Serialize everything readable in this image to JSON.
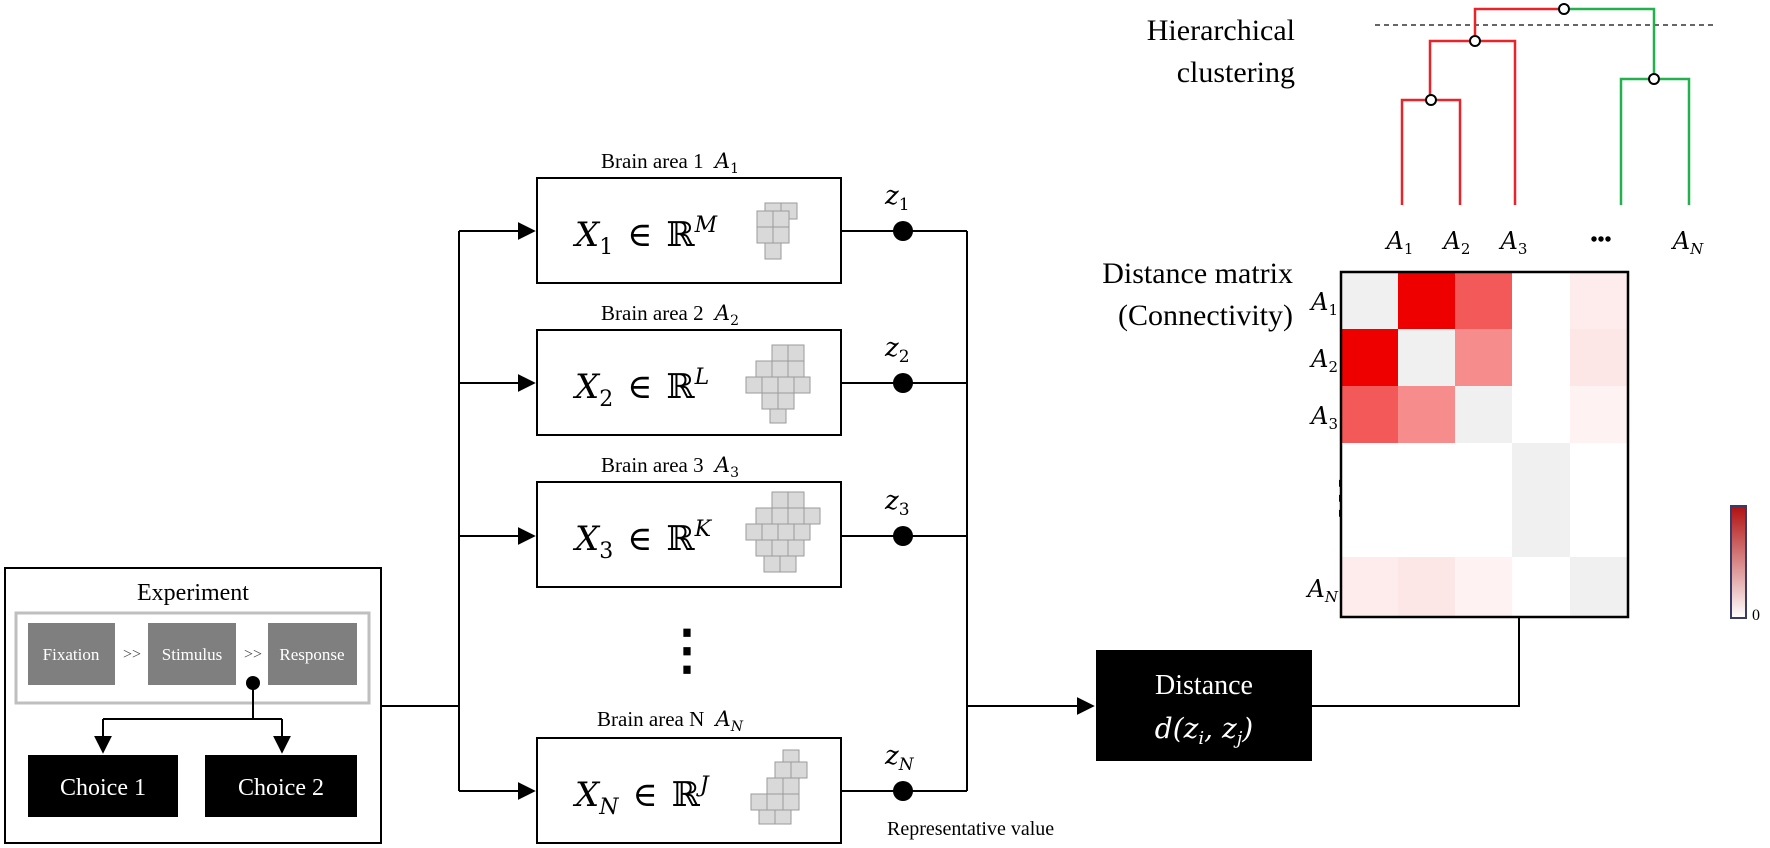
{
  "experiment": {
    "title": "Experiment",
    "steps": [
      "Fixation",
      "Stimulus",
      "Response"
    ],
    "separator": ">>",
    "choices": [
      "Choice 1",
      "Choice 2"
    ]
  },
  "areas": [
    {
      "label": "Brain area 1",
      "sym": "A",
      "sub": "1",
      "x_var": "X",
      "x_sub": "1",
      "dim": "M",
      "z_sub": "1"
    },
    {
      "label": "Brain area 2",
      "sym": "A",
      "sub": "2",
      "x_var": "X",
      "x_sub": "2",
      "dim": "L",
      "z_sub": "2"
    },
    {
      "label": "Brain area 3",
      "sym": "A",
      "sub": "3",
      "x_var": "X",
      "x_sub": "3",
      "dim": "K",
      "z_sub": "3"
    },
    {
      "label": "Brain area N",
      "sym": "A",
      "sub": "N",
      "x_var": "X",
      "x_sub": "N",
      "dim": "J",
      "z_sub": "N"
    }
  ],
  "in_symbol": "∈",
  "reals_symbol": "ℝ",
  "z_symbol": "z",
  "representative_label": "Representative value",
  "distance_box": {
    "title": "Distance",
    "formula": "d(z",
    "i_sub": "i",
    "mid": ", z",
    "j_sub": "j",
    "close": ")"
  },
  "clustering_label": [
    "Hierarchical",
    "clustering"
  ],
  "matrix_label": [
    "Distance matrix",
    "(Connectivity)"
  ],
  "matrix_cols": [
    {
      "sym": "A",
      "sub": "1"
    },
    {
      "sym": "A",
      "sub": "2"
    },
    {
      "sym": "A",
      "sub": "3"
    },
    {
      "sym": "•••",
      "sub": ""
    },
    {
      "sym": "A",
      "sub": "N"
    }
  ],
  "matrix_rows": [
    {
      "sym": "A",
      "sub": "1"
    },
    {
      "sym": "A",
      "sub": "2"
    },
    {
      "sym": "A",
      "sub": "3"
    },
    {
      "sym": "⋮",
      "sub": ""
    },
    {
      "sym": "A",
      "sub": "N"
    }
  ],
  "matrix_values": [
    [
      0.03,
      1.0,
      0.65,
      0.0,
      0.08
    ],
    [
      1.0,
      0.03,
      0.45,
      0.0,
      0.1
    ],
    [
      0.65,
      0.45,
      0.03,
      0.0,
      0.05
    ],
    [
      0.0,
      0.0,
      0.0,
      0.03,
      0.0
    ],
    [
      0.08,
      0.1,
      0.05,
      0.0,
      0.03
    ]
  ],
  "colorbar_min_label": "0",
  "vertical_dots": "⋮",
  "colors": {
    "red_branch": "#e8242a",
    "green_branch": "#22b14c",
    "step_box": "#7f7f7f",
    "heat_max": "#ee0000",
    "diag": "#f0f0f0"
  }
}
